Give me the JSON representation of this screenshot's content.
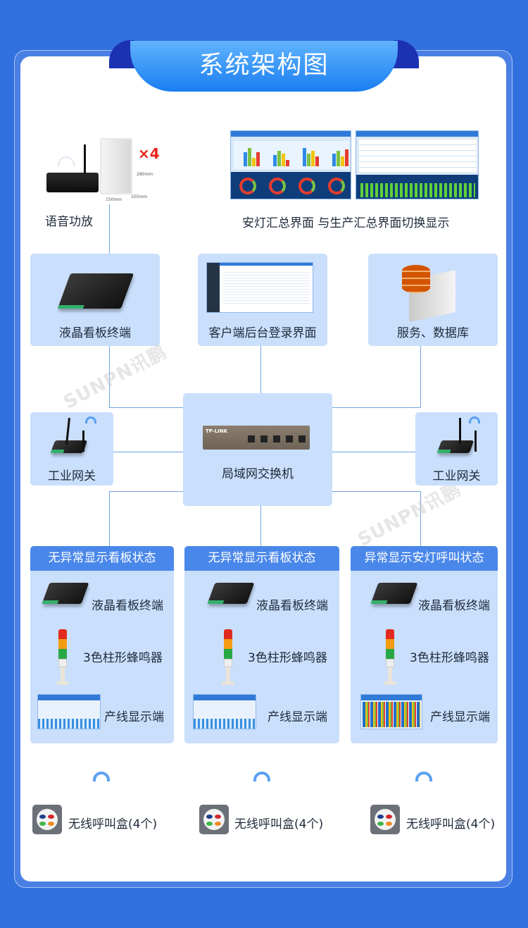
{
  "title": "系统架构图",
  "top": {
    "amplifier_label": "语音功放",
    "speaker_count": "×4",
    "speaker_dims": {
      "height": "280mm",
      "width": "150mm",
      "depth": "105mm"
    },
    "dashboard_label": "安灯汇总界面 与生产汇总界面切换显示"
  },
  "tier2": {
    "lcd_terminal": "液晶看板终端",
    "client_login": "客户端后台登录界面",
    "server_db": "服务、数据库"
  },
  "tier3": {
    "gateway_left": "工业网关",
    "switch": "局域网交换机",
    "gateway_right": "工业网关"
  },
  "columns": [
    {
      "header": "无异常显示看板状态",
      "items": [
        "液晶看板终端",
        "3色柱形蜂鸣器",
        "产线显示端"
      ]
    },
    {
      "header": "无异常显示看板状态",
      "items": [
        "液晶看板终端",
        "3色柱形蜂鸣器",
        "产线显示端"
      ]
    },
    {
      "header": "异常显示安灯呼叫状态",
      "items": [
        "液晶看板终端",
        "3色柱形蜂鸣器",
        "产线显示端"
      ]
    }
  ],
  "call_boxes": [
    {
      "label": "无线呼叫盒(4个)"
    },
    {
      "label": "无线呼叫盒(4个)"
    },
    {
      "label": "无线呼叫盒(4个)"
    }
  ],
  "watermark": "SUNPN讯鹏",
  "colors": {
    "background": "#3071de",
    "card": "#cadffc",
    "column_header": "#4a87ea",
    "connector": "#6fa4e0",
    "ribbon_top": "#60b3fe",
    "ribbon_bottom": "#1a7ef0",
    "count_red": "#e8231c"
  }
}
